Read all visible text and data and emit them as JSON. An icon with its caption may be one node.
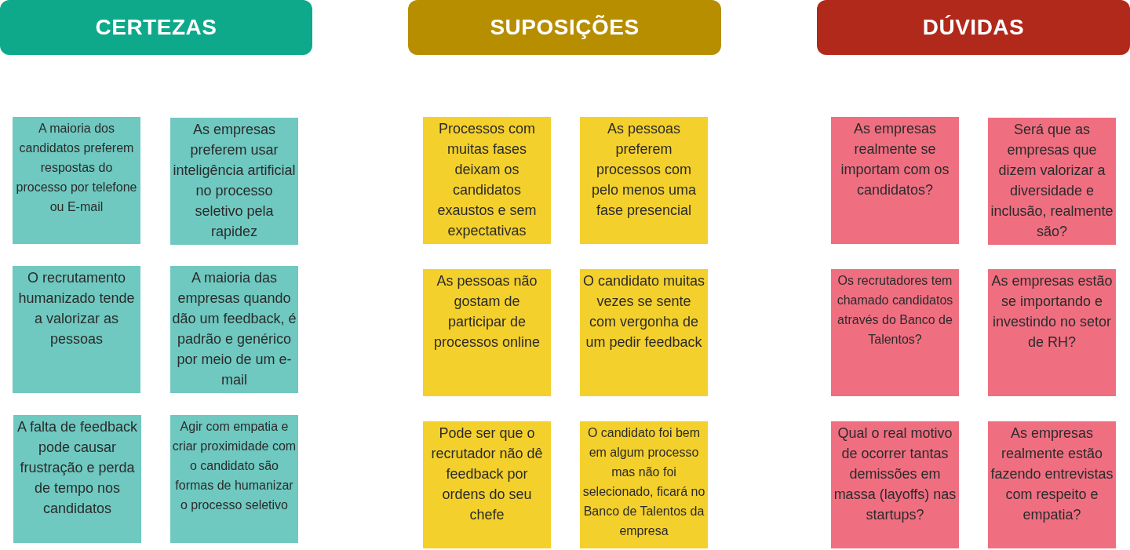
{
  "diagram": {
    "nodes": [
      {
        "text": [
          "CERTEZAS"
        ]
      },
      {
        "text": [
          "A maioria dos candidatos preferem respostas do processo por telefone ou E-mail"
        ]
      },
      {
        "text": [
          "As empresas preferem usar inteligência artificial no processo seletivo pela rapidez"
        ]
      },
      {
        "text": [
          "O recrutamento humanizado tende a valorizar as pessoas"
        ]
      },
      {
        "text": [
          "A maioria das empresas quando dão um feedback, é padrão e genérico por meio de um e-mail"
        ]
      },
      {
        "text": [
          "A falta de feedback pode causar frustração e perda de tempo nos candidatos"
        ]
      },
      {
        "text": [
          "Agir com empatia e criar proximidade com o candidato são formas de humanizar o processo seletivo"
        ]
      },
      {
        "text": [
          "SUPOSIÇÕES"
        ]
      },
      {
        "text": [
          "Processos com muitas fases deixam os candidatos exaustos e sem expectativas"
        ]
      },
      {
        "text": [
          "As pessoas preferem processos com pelo menos uma fase presencial"
        ]
      },
      {
        "text": [
          "As pessoas não gostam de participar de processos online"
        ]
      },
      {
        "text": [
          "O candidato muitas vezes se sente com vergonha de um pedir feedback"
        ]
      },
      {
        "text": [
          "Pode ser que o recrutador não dê feedback por ordens do seu chefe"
        ]
      },
      {
        "text": [
          "O candidato foi bem em algum processo mas não foi selecionado, ficará no Banco de Talentos da empresa"
        ]
      },
      {
        "text": [
          "DÚVIDAS"
        ]
      },
      {
        "text": [
          "As empresas realmente se importam com os candidatos?"
        ]
      },
      {
        "text": [
          "Será que as empresas que dizem valorizar a diversidade e inclusão, realmente são?"
        ]
      },
      {
        "text": [
          "Os recrutadores tem chamado candidatos através do Banco de Talentos?"
        ]
      },
      {
        "text": [
          "As empresas estão se importando e investindo no setor de RH?"
        ]
      },
      {
        "text": [
          "Qual o real motivo de ocorrer tantas demissões em massa (layoffs) nas startups?"
        ]
      },
      {
        "text": [
          "As empresas realmente estão fazendo entrevistas com respeito e empatia?"
        ]
      }
    ],
    "edges": []
  }
}
